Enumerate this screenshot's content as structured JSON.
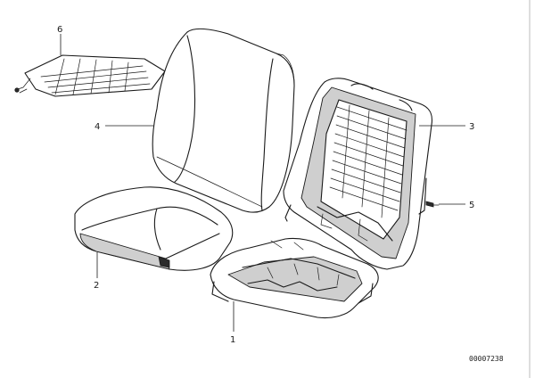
{
  "callouts": {
    "c1": "1",
    "c2": "2",
    "c3": "3",
    "c4": "4",
    "c5": "5",
    "c6": "6"
  },
  "drawing_number": "00007238"
}
